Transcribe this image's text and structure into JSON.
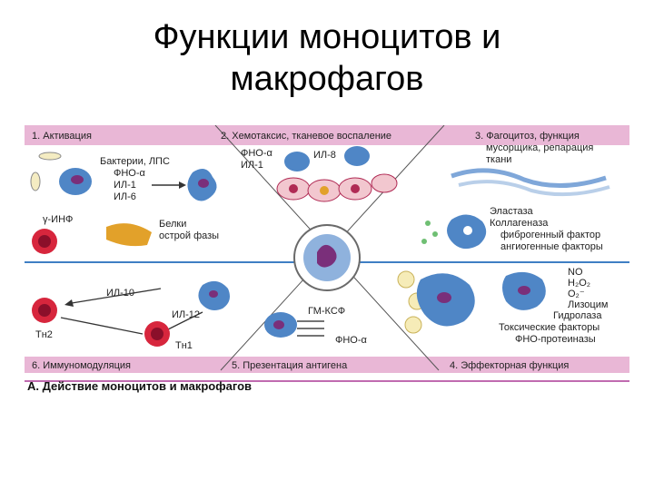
{
  "slide": {
    "title_line1": "Функции моноцитов и",
    "title_line2": "макрофагов"
  },
  "panels": {
    "p1": {
      "heading": "1. Активация",
      "labels": [
        "Бактерии, ЛПС",
        "ФНО-α",
        "ИЛ-1",
        "ИЛ-6",
        "γ-ИНФ",
        "Белки",
        "острой фазы"
      ]
    },
    "p2": {
      "heading": "2. Хемотаксис, тканевое воспаление",
      "labels": [
        "ФНО-α",
        "ИЛ-1",
        "ИЛ-8"
      ]
    },
    "p3": {
      "heading_line1": "3. Фагоцитоз, функция",
      "heading_line2": "мусорщика, репарация",
      "heading_line3": "ткани",
      "labels": [
        "Эластаза",
        "Коллагеназа",
        "фиброгенный фактор",
        "ангиогенные факторы"
      ]
    },
    "p4": {
      "heading": "4. Эффекторная функция",
      "labels": [
        "NO",
        "H₂O₂",
        "O₂⁻",
        "Лизоцим",
        "Гидролаза",
        "Токсические факторы",
        "ФНО-протеиназы"
      ]
    },
    "p5": {
      "heading": "5. Презентация антигена",
      "labels": [
        "ГМ-КСФ",
        "ФНО-α"
      ]
    },
    "p6": {
      "heading": "6. Иммуномодуляция",
      "labels": [
        "ИЛ-10",
        "ИЛ-12",
        "Tн2",
        "Tн1"
      ]
    }
  },
  "caption": "А. Действие моноцитов и макрофагов",
  "colors": {
    "header_band": "#e9b7d6",
    "cell_blue": "#4f86c6",
    "cell_nucleus": "#7a2f7a",
    "red_cell": "#d7263d",
    "liver": "#e2a12a",
    "divider_blue": "#3f7fc4"
  }
}
